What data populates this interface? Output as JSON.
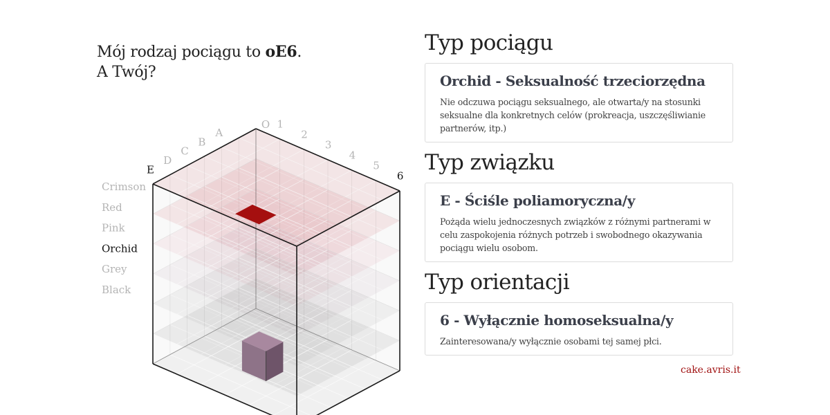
{
  "headline": {
    "prefix": "Mój rodzaj pociągu to ",
    "code": "oE6",
    "suffix": ".",
    "line2": "A Twój?"
  },
  "cube": {
    "relationship_axis": [
      "E",
      "D",
      "C",
      "B",
      "A"
    ],
    "relationship_selected": "E",
    "origin_label": "O",
    "orientation_axis": [
      "1",
      "2",
      "3",
      "4",
      "5",
      "6"
    ],
    "orientation_selected": "6",
    "attraction_axis": [
      "Crimson",
      "Red",
      "Pink",
      "Orchid",
      "Grey",
      "Black"
    ],
    "attraction_selected": "Orchid",
    "colors": {
      "crimson": "#a50f0f",
      "orchid": "#8e7388",
      "selected_label": "#111111",
      "unselected_label": "#b4b4b4"
    }
  },
  "sections": [
    {
      "heading": "Typ pociągu",
      "card_title": "Orchid - Seksualność trzeciorzędna",
      "card_desc": "Nie odczuwa pociągu seksualnego, ale otwarta/y na stosunki seksualne dla konkretnych celów (prokreacja, uszczęśliwianie partnerów, itp.)"
    },
    {
      "heading": "Typ związku",
      "card_title": "E - Ściśle poliamoryczna/y",
      "card_desc": "Pożąda wielu jednoczesnych związków z różnymi partnerami w celu zaspokojenia różnych potrzeb i swobodnego okazywania pociągu wielu osobom."
    },
    {
      "heading": "Typ orientacji",
      "card_title": "6 - Wyłącznie homoseksualna/y",
      "card_desc": "Zainteresowana/y wyłącznie osobami tej samej płci."
    }
  ],
  "footer": {
    "site": "cake.avris.it"
  }
}
